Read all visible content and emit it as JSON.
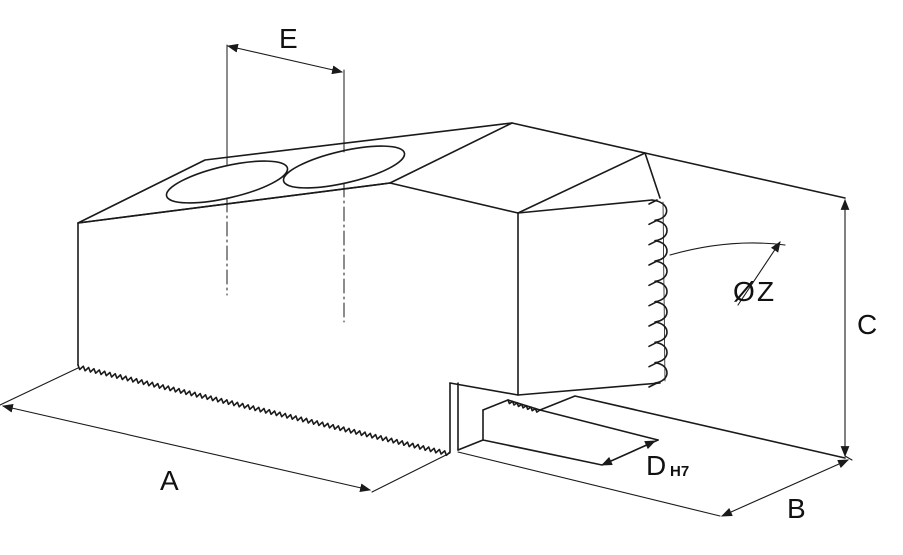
{
  "diagram": {
    "labels": {
      "e": "E",
      "z_symbol": "Ø",
      "z": "Z",
      "c": "C",
      "a": "A",
      "d": "D",
      "d_sub": "H7",
      "b": "B"
    },
    "colors": {
      "stroke": "#1a1a1a",
      "background": "#ffffff"
    }
  }
}
